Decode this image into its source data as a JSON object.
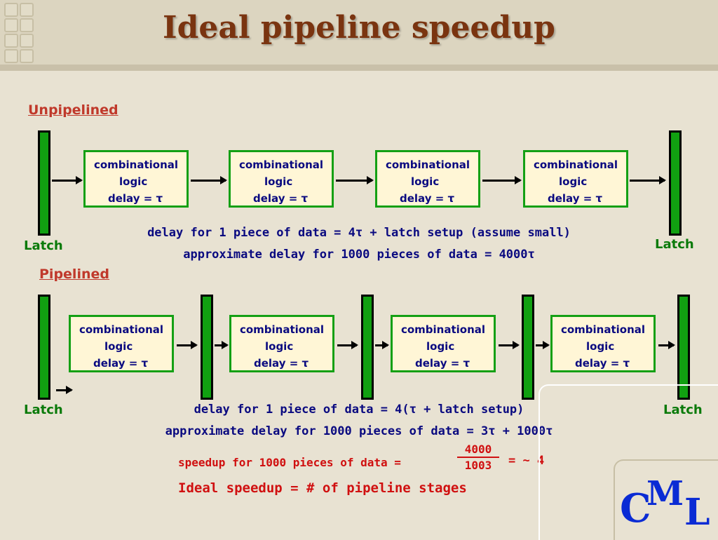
{
  "title": "Ideal pipeline speedup",
  "unpipelined": {
    "label": "Unpipelined",
    "box": {
      "line1": "combinational",
      "line2": "logic",
      "line3": "delay = τ"
    },
    "latch_label": "Latch",
    "note1": "delay for 1 piece of data = 4τ + latch setup (assume small)",
    "note2": "approximate delay for 1000 pieces of data = 4000τ"
  },
  "pipelined": {
    "label": "Pipelined",
    "box": {
      "line1": "combinational",
      "line2": "logic",
      "line3": "delay = τ"
    },
    "latch_label": "Latch",
    "note1": "delay for 1 piece of data = 4(τ + latch setup)",
    "note2": "approximate delay for 1000 pieces of data = 3τ + 1000τ",
    "speedup_text": "speedup for 1000 pieces of data =",
    "fraction_num": "4000",
    "fraction_den": "1003",
    "approx": "= ~ 4",
    "ideal": "Ideal speedup = # of pipeline stages"
  },
  "logo": {
    "c": "C",
    "m": "M",
    "l": "L"
  },
  "colors": {
    "latch": "#11a011",
    "title": "#7a3410",
    "text": "#0a0a80",
    "accent_red": "#d01010",
    "logo": "#0a2bd4"
  }
}
